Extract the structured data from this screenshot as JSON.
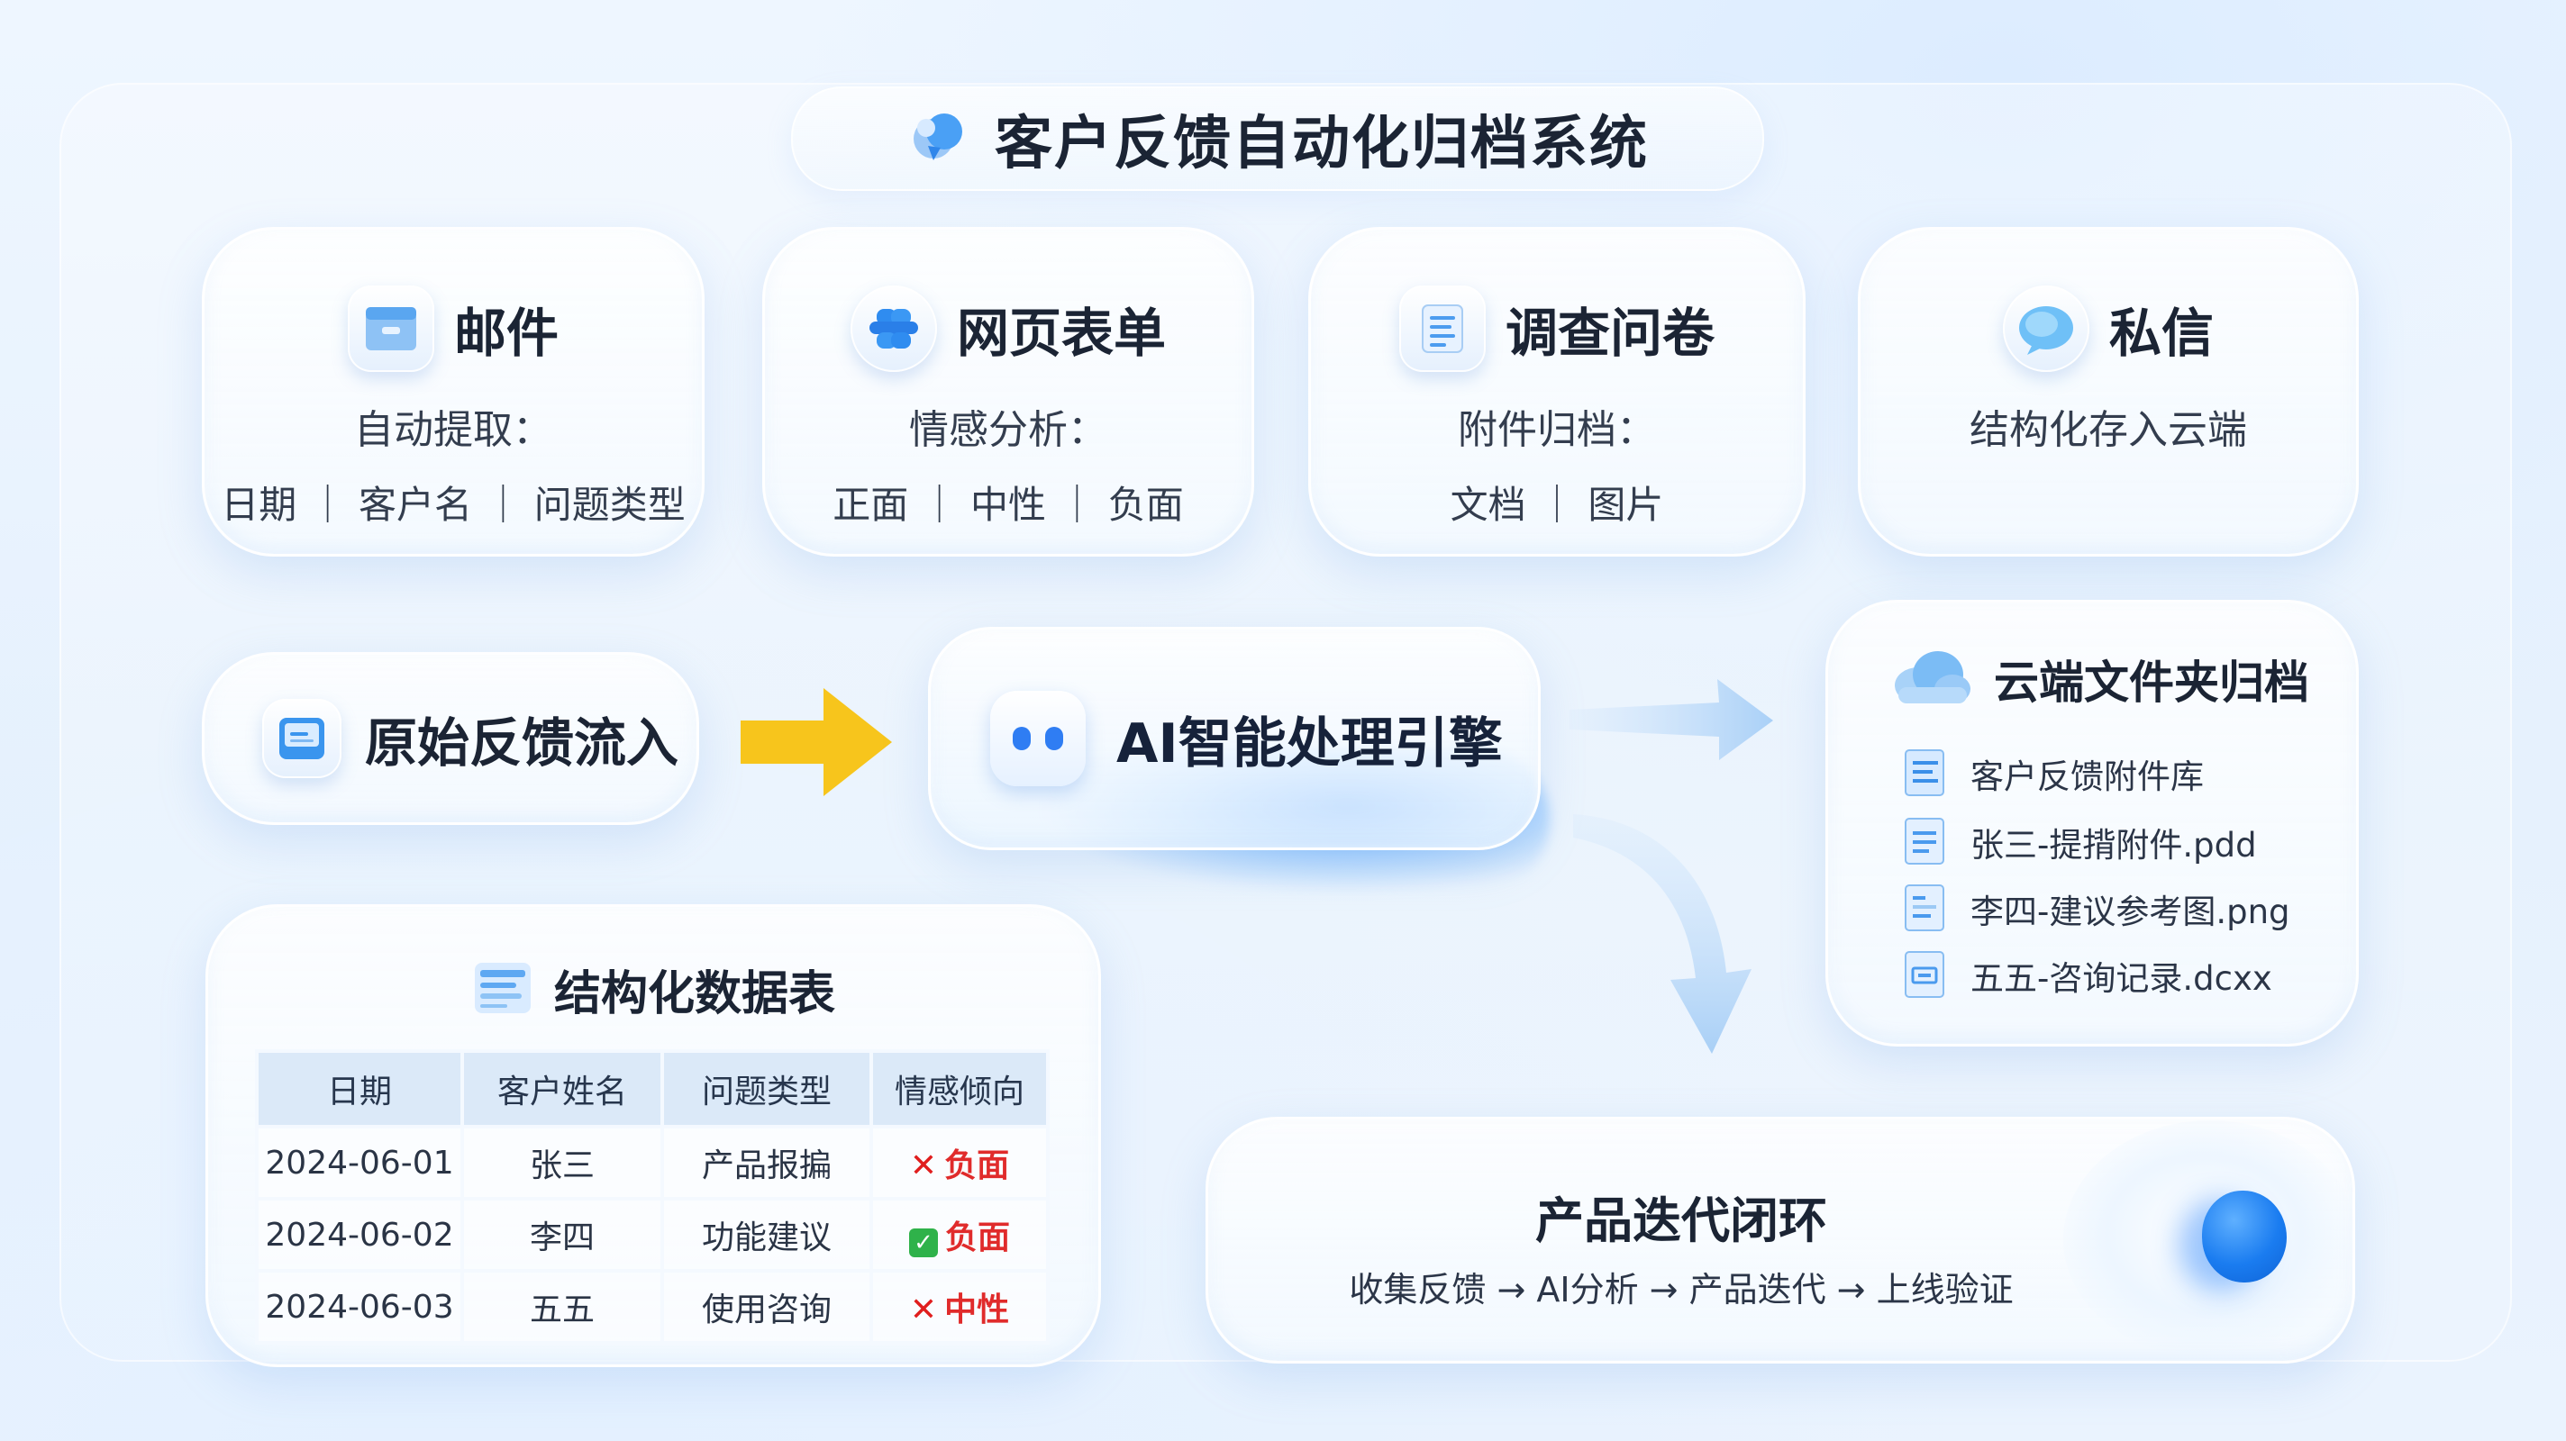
{
  "title": "客户反馈自动化归档系统",
  "sources": [
    {
      "name": "邮件",
      "line1": "自动提取：",
      "line2": "日期 ｜ 客户名 ｜ 问题类型",
      "icon": "mailbox-icon"
    },
    {
      "name": "网页表单",
      "line1": "情感分析：",
      "line2": "正面 ｜ 中性 ｜ 负面",
      "icon": "web-form-icon"
    },
    {
      "name": "调查问卷",
      "line1": "附件归档：",
      "line2": "文档 ｜ 图片",
      "icon": "survey-document-icon"
    },
    {
      "name": "私信",
      "line1": "结构化存入云端",
      "line2": "",
      "icon": "chat-bubble-icon"
    }
  ],
  "raw_input": {
    "label": "原始反馈流入",
    "icon": "inbox-tray-icon"
  },
  "engine": {
    "label": "AI智能处理引擎",
    "icon": "robot-face-icon"
  },
  "cloud_archive": {
    "title": "云端文件夹归档",
    "icon": "cloud-icon",
    "files": [
      {
        "name": "客户反馈附件库",
        "icon": "folder-doc-icon"
      },
      {
        "name": "张三-提揹附件.pdd",
        "icon": "document-icon"
      },
      {
        "name": "李四-建议参考图.png",
        "icon": "image-file-icon"
      },
      {
        "name": "五五-咨询记录.dcxx",
        "icon": "record-file-icon"
      }
    ]
  },
  "data_table": {
    "title": "结构化数据表",
    "icon": "table-icon",
    "columns": [
      "日期",
      "客户姓名",
      "问题类型",
      "情感倾向"
    ],
    "rows": [
      {
        "date": "2024-06-01",
        "customer": "张三",
        "type": "产品报揙",
        "sentiment": "负面",
        "mark": "✕"
      },
      {
        "date": "2024-06-02",
        "customer": "李四",
        "type": "功能建议",
        "sentiment": "负面",
        "mark": "✓"
      },
      {
        "date": "2024-06-03",
        "customer": "五五",
        "type": "使用咨询",
        "sentiment": "中性",
        "mark": "✕"
      }
    ]
  },
  "loop": {
    "title": "产品迭代闭环",
    "flow": "收集反馈 → AI分析 → 产品迭代 → 上线验证"
  },
  "colors": {
    "accent_blue": "#2f7df3",
    "arrow_yellow": "#f7c51c",
    "negative_red": "#e02b2b",
    "check_green": "#2fb24a"
  }
}
